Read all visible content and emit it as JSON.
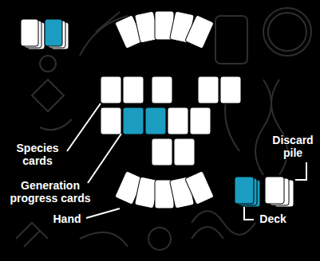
{
  "diagram": {
    "labels": [
      "Species cards",
      "Generation progress cards",
      "Hand",
      "Discard pile",
      "Deck"
    ]
  }
}
